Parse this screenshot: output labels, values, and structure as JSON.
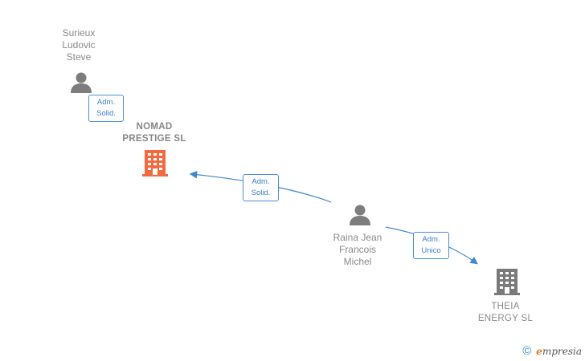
{
  "nodes": {
    "person_surieux": {
      "lines": [
        "Surieux",
        "Ludovic",
        "Steve"
      ]
    },
    "company_nomad": {
      "lines": [
        "NOMAD",
        "PRESTIGE SL"
      ],
      "color": "#f26a3f"
    },
    "person_raina": {
      "lines": [
        "Raina Jean",
        "Francois",
        "Michel"
      ]
    },
    "company_theia": {
      "lines": [
        "THEIA",
        "ENERGY SL"
      ],
      "color": "#7a7a7a"
    }
  },
  "edges": {
    "surieux_to_nomad": {
      "lines": [
        "Adm.",
        "Solid."
      ]
    },
    "raina_to_nomad": {
      "lines": [
        "Adm.",
        "Solid."
      ]
    },
    "raina_to_theia": {
      "lines": [
        "Adm.",
        "Unico"
      ]
    }
  },
  "colors": {
    "edge": "#3f86cf",
    "person_icon": "#7d7d7d"
  },
  "footer": {
    "copyright": "©",
    "brand_initial": "e",
    "brand_rest": "mpresia"
  }
}
